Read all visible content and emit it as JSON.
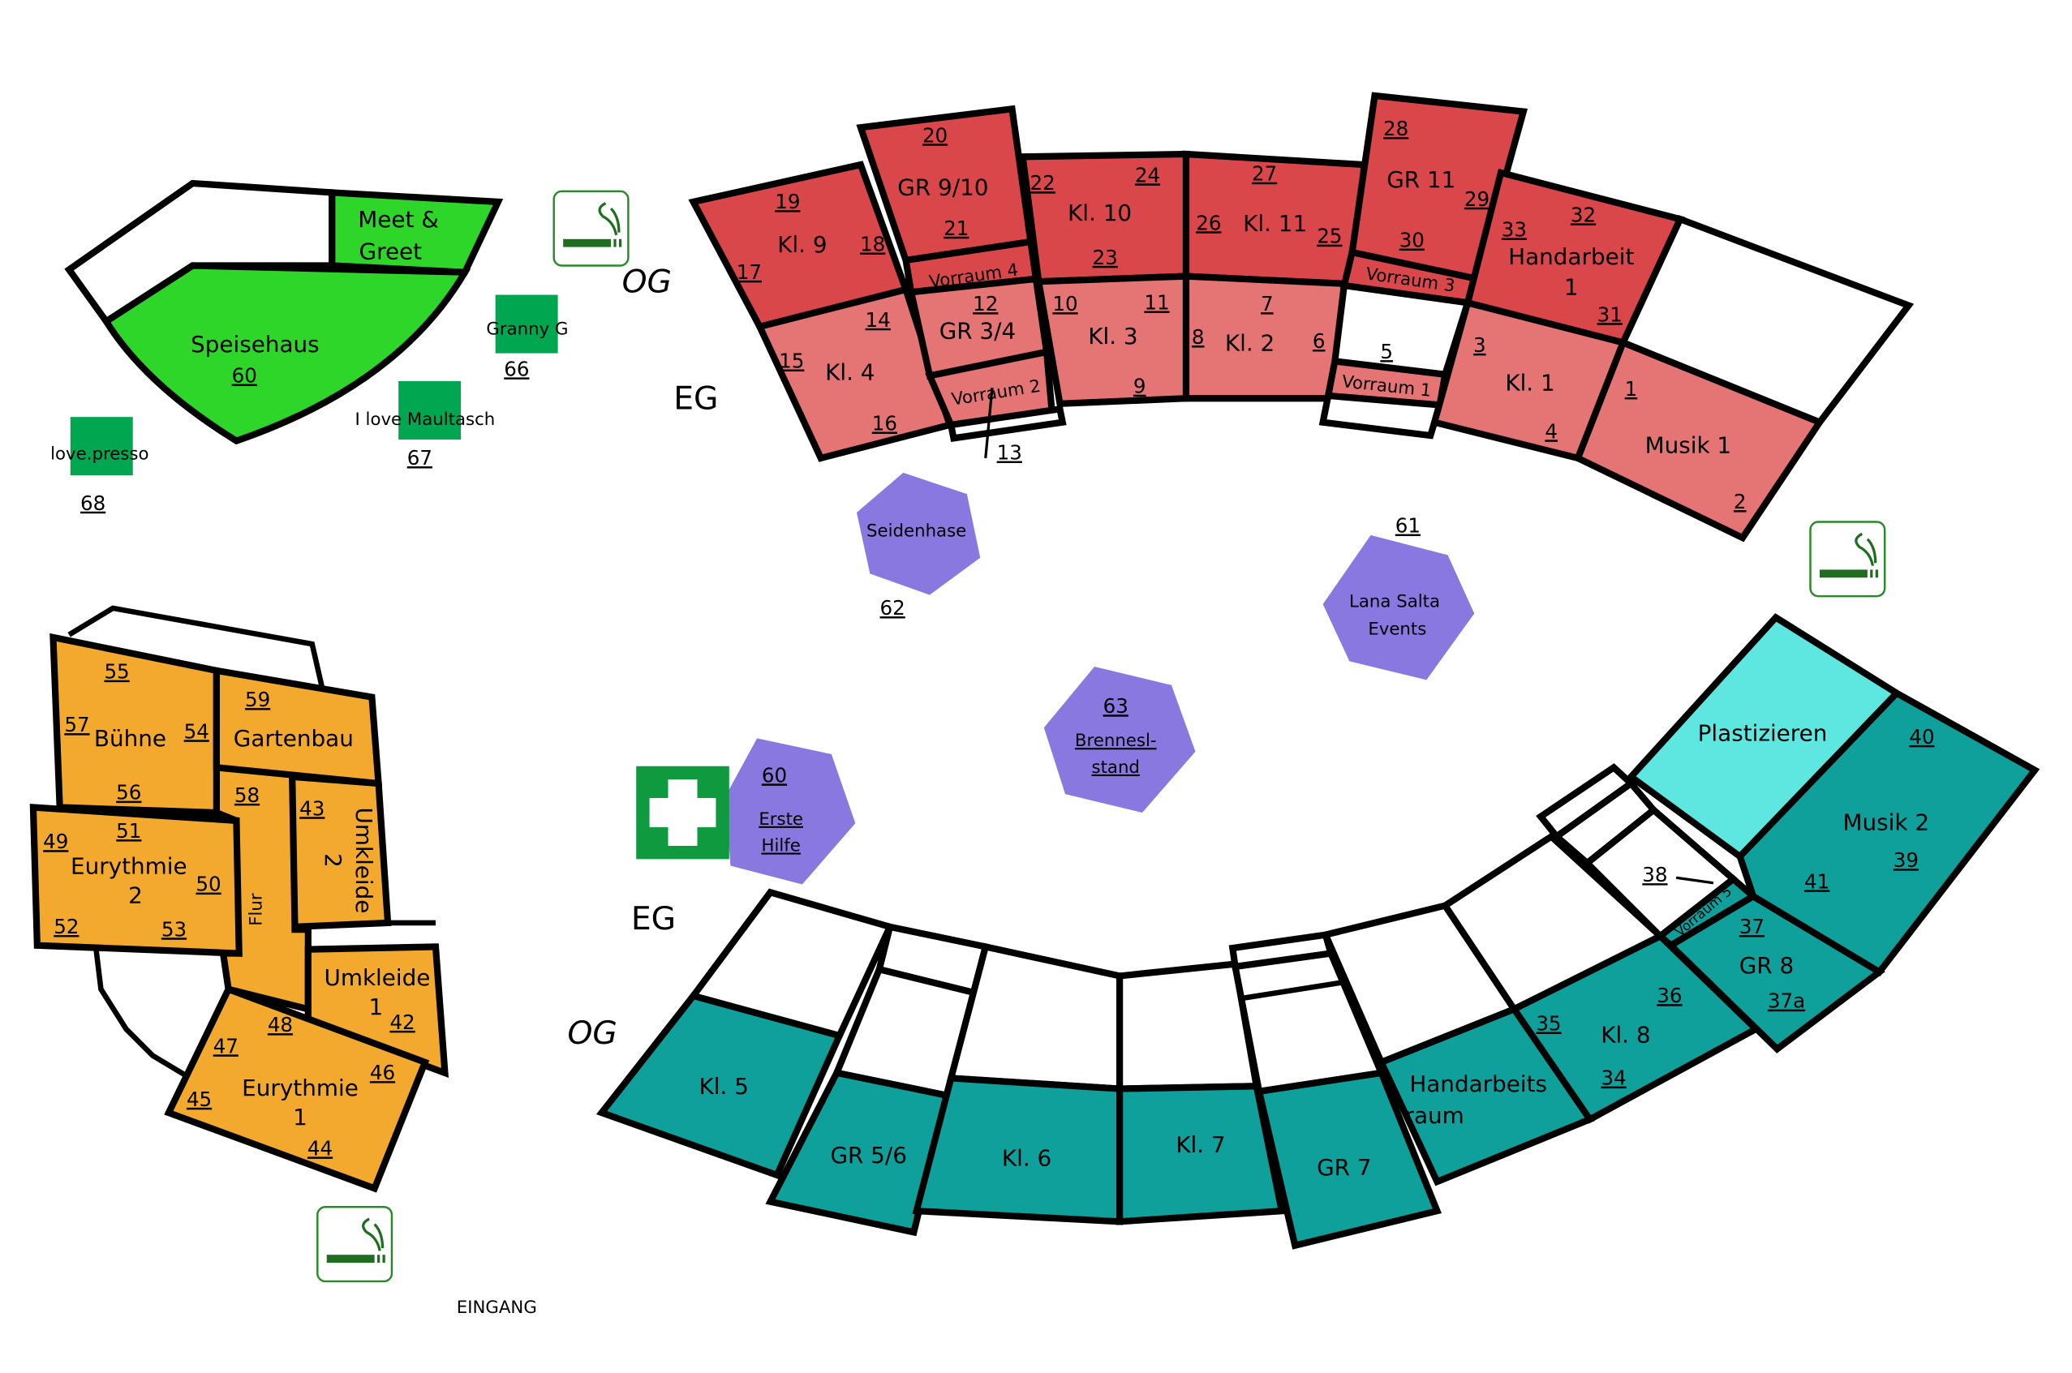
{
  "colors": {
    "og_red": "#d9474a",
    "eg_red": "#e57474",
    "teal": "#0fa09c",
    "cyan": "#5ee6e0",
    "orange": "#f2a92e",
    "green_light": "#2ed62a",
    "green_dark": "#00a650",
    "purple": "#8878e0",
    "first_aid": "#0f9a3f"
  },
  "icons": {
    "smoking": "smoking-area-icon",
    "first_aid": "first-aid-cross-icon"
  },
  "floors": {
    "og_top": "OG",
    "eg_top": "EG",
    "eg_bottom": "EG",
    "og_bottom": "OG"
  },
  "entrance": "EINGANG",
  "rooms": {
    "kl9": "Kl. 9",
    "gr910": "GR 9/10",
    "vorraum4": "Vorraum 4",
    "kl10": "Kl. 10",
    "kl11": "Kl. 11",
    "gr11": "GR 11",
    "vorraum3": "Vorraum 3",
    "handarbeit1_a": "Handarbeit",
    "handarbeit1_b": "1",
    "kl4": "Kl. 4",
    "gr34": "GR 3/4",
    "vorraum2": "Vorraum 2",
    "kl3": "Kl. 3",
    "kl2": "Kl. 2",
    "vorraum1": "Vorraum 1",
    "kl1": "Kl. 1",
    "musik1": "Musik 1",
    "kl5": "Kl. 5",
    "gr56": "GR 5/6",
    "kl6": "Kl. 6",
    "kl7": "Kl. 7",
    "gr7": "GR 7",
    "handarbeitsraum_a": "Handarbeits",
    "handarbeitsraum_b": "raum",
    "kl8": "Kl. 8",
    "vorraum5": "Vorraum 5",
    "gr8": "GR 8",
    "musik2": "Musik 2",
    "plastizieren": "Plastizieren",
    "buehne": "Bühne",
    "gartenbau": "Gartenbau",
    "eurythmie2_a": "Eurythmie",
    "eurythmie2_b": "2",
    "flur": "Flur",
    "umkleide2_a": "Umkleide",
    "umkleide2_b": "2",
    "umkleide1_a": "Umkleide",
    "umkleide1_b": "1",
    "eurythmie1_a": "Eurythmie",
    "eurythmie1_b": "1",
    "meet_a": "Meet &",
    "meet_b": "Greet",
    "speisehaus": "Speisehaus"
  },
  "stands": {
    "seidenhase": "Seidenhase",
    "lana_a": "Lana Salta",
    "lana_b": "Events",
    "brennesl_a": "Brennesl-",
    "brennesl_b": "stand",
    "erste_a": "Erste",
    "erste_b": "Hilfe",
    "granny": "Granny G",
    "maultasch": "I love Maultasch",
    "lovepresso": "love.presso"
  },
  "n": {
    "1": "1",
    "2": "2",
    "3": "3",
    "4": "4",
    "5": "5",
    "6": "6",
    "7": "7",
    "8": "8",
    "9": "9",
    "10": "10",
    "11": "11",
    "12": "12",
    "13": "13",
    "14": "14",
    "15": "15",
    "16": "16",
    "17": "17",
    "18": "18",
    "19": "19",
    "20": "20",
    "21": "21",
    "22": "22",
    "23": "23",
    "24": "24",
    "25": "25",
    "26": "26",
    "27": "27",
    "28": "28",
    "29": "29",
    "30": "30",
    "31": "31",
    "32": "32",
    "33": "33",
    "34": "34",
    "35": "35",
    "36": "36",
    "37": "37",
    "37a": "37a",
    "38": "38",
    "39": "39",
    "40": "40",
    "41": "41",
    "42": "42",
    "43": "43",
    "44": "44",
    "45": "45",
    "46": "46",
    "47": "47",
    "48": "48",
    "49": "49",
    "50": "50",
    "51": "51",
    "52": "52",
    "53": "53",
    "54": "54",
    "55": "55",
    "56": "56",
    "57": "57",
    "58": "58",
    "59": "59",
    "60": "60",
    "61": "61",
    "62": "62",
    "63": "63",
    "66": "66",
    "67": "67",
    "68": "68"
  }
}
